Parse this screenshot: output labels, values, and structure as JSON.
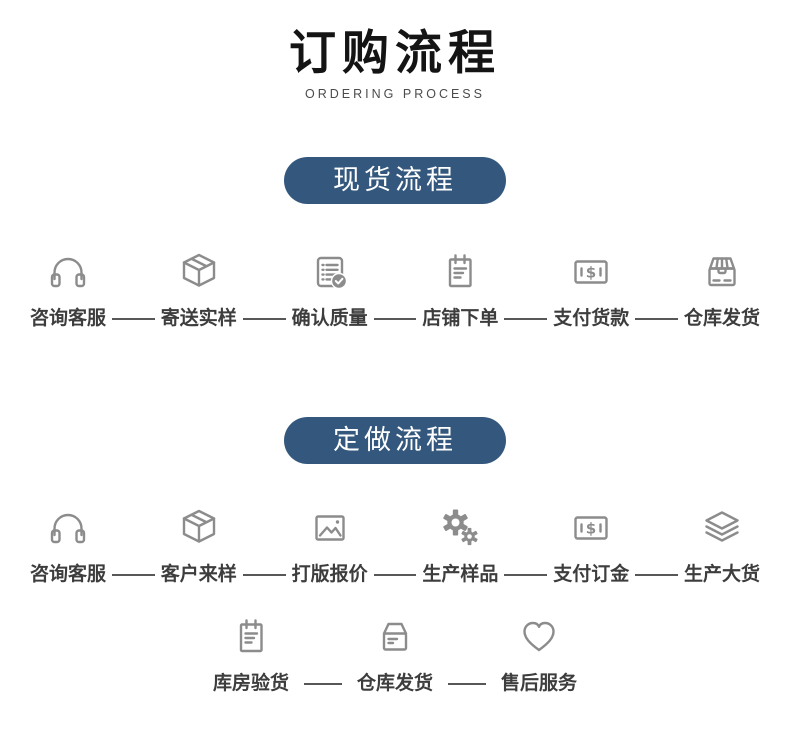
{
  "header": {
    "title": "订购流程",
    "subtitle": "ORDERING PROCESS"
  },
  "colors": {
    "badge_bg": "#34587D",
    "badge_text": "#FFFFFF",
    "icon_stroke": "#8C8C8C",
    "label_text": "#3D3D3D",
    "connector": "#575757"
  },
  "sections": [
    {
      "badge": "现货流程",
      "rows": [
        {
          "steps": [
            {
              "label": "咨询客服",
              "icon": "headset-icon"
            },
            {
              "label": "寄送实样",
              "icon": "package-box-icon"
            },
            {
              "label": "确认质量",
              "icon": "checklist-check-icon"
            },
            {
              "label": "店铺下单",
              "icon": "order-pad-icon"
            },
            {
              "label": "支付货款",
              "icon": "banknote-icon"
            },
            {
              "label": "仓库发货",
              "icon": "warehouse-box-icon"
            }
          ]
        }
      ]
    },
    {
      "badge": "定做流程",
      "rows": [
        {
          "steps": [
            {
              "label": "咨询客服",
              "icon": "headset-icon"
            },
            {
              "label": "客户来样",
              "icon": "package-box-icon"
            },
            {
              "label": "打版报价",
              "icon": "image-icon"
            },
            {
              "label": "生产样品",
              "icon": "gears-icon"
            },
            {
              "label": "支付订金",
              "icon": "banknote-icon"
            },
            {
              "label": "生产大货",
              "icon": "layers-icon"
            }
          ]
        },
        {
          "steps": [
            {
              "label": "库房验货",
              "icon": "order-pad-icon"
            },
            {
              "label": "仓库发货",
              "icon": "carton-box-icon"
            },
            {
              "label": "售后服务",
              "icon": "heart-icon"
            }
          ]
        }
      ]
    }
  ]
}
